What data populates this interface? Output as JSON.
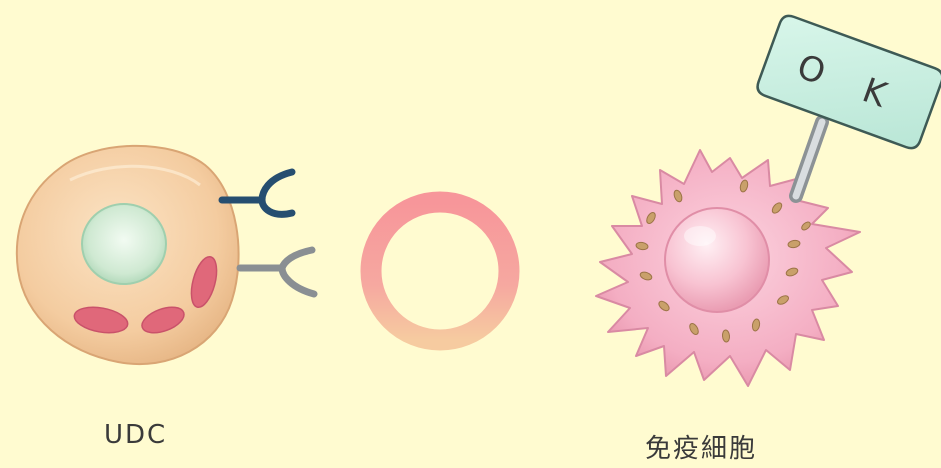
{
  "labels": {
    "left_cell": "UDC",
    "right_cell": "免疫細胞",
    "sign": "O K"
  },
  "symbols": {
    "middle": "circle-mark"
  },
  "colors": {
    "background": "#fffbd0",
    "ring_top": "#f79a9c",
    "ring_bottom": "#f6c79e",
    "udc_cell": "#f5cfa3",
    "nucleus": "#d9efd9",
    "immune_cell": "#f4adc1",
    "sign_board": "#c8efe0",
    "receptor_dark": "#264e70",
    "receptor_gray": "#8a8f93"
  }
}
